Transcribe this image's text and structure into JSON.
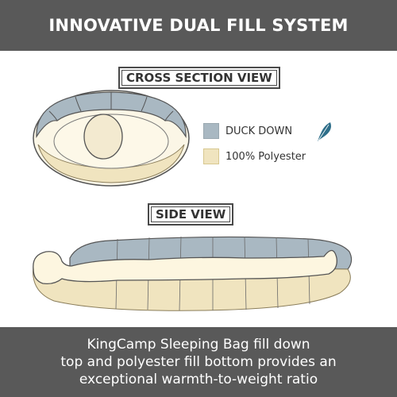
{
  "header": {
    "title": "INNOVATIVE DUAL FILL SYSTEM"
  },
  "cross_section": {
    "label": "CROSS SECTION VIEW"
  },
  "side_view": {
    "label": "SIDE VIEW"
  },
  "legend": [
    {
      "label": "DUCK DOWN",
      "color": "#a9b8c2",
      "icon": "feather-icon"
    },
    {
      "label": "100% Polyester",
      "color": "#f0e4bf"
    }
  ],
  "caption": {
    "lines": [
      "KingCamp Sleeping Bag fill down",
      "top and polyester fill bottom provides an",
      "exceptional warmth-to-weight ratio"
    ]
  },
  "colors": {
    "banner": "#595959",
    "down": "#a9b8c2",
    "polyester": "#f0e4bf"
  }
}
